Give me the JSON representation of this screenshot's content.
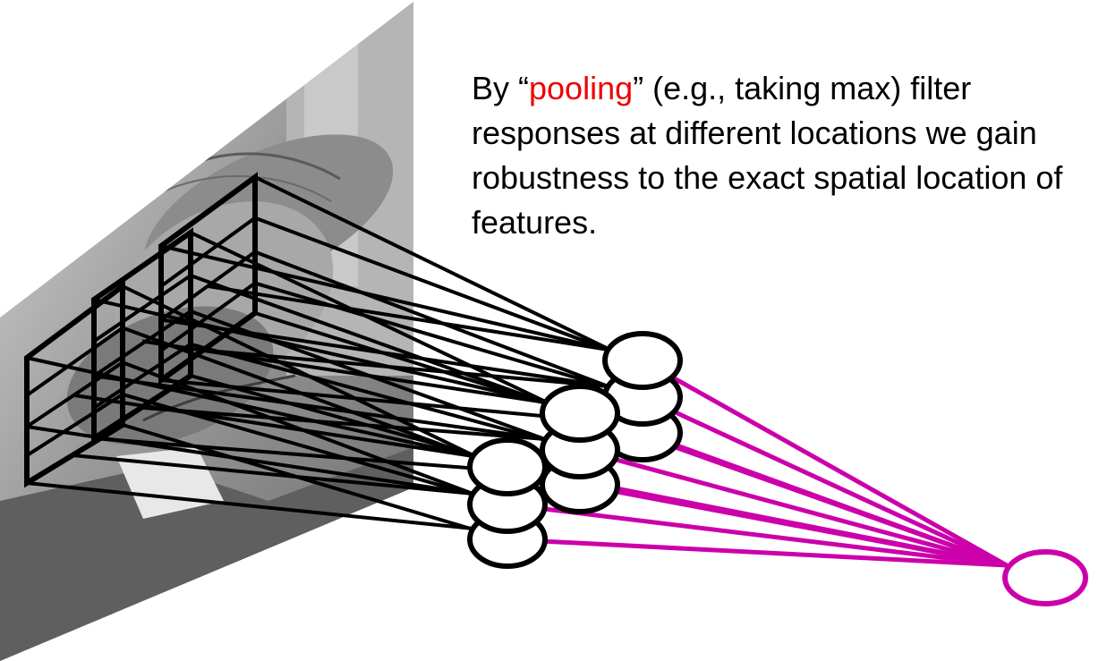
{
  "caption": {
    "before": "By “",
    "highlight": "pooling",
    "after": "” (e.g., taking max) filter responses at different locations we gain robustness to the exact spatial location of features."
  },
  "colors": {
    "highlight": "#ee0000",
    "pool_connections": "#cc00aa",
    "pool_unit": "#cc00aa",
    "filter_lines": "#000000"
  },
  "image_plane": {
    "content": "grayscale photograph of a face (input image)"
  },
  "filter_units": {
    "columns": 3,
    "units_per_column": 3
  },
  "pooling_unit": {
    "count": 1
  }
}
